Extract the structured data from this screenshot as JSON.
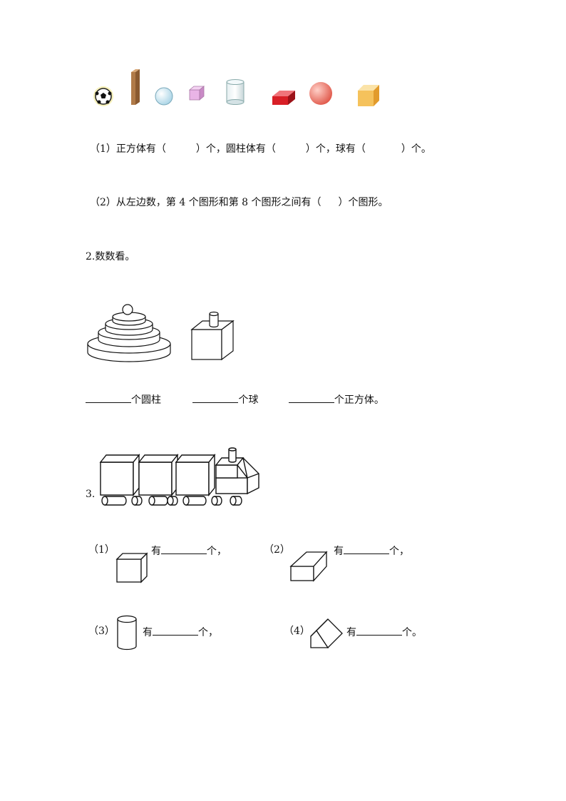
{
  "shapes_row": {
    "items": [
      "soccer-ball",
      "tall-rectangular-prism",
      "sphere",
      "cube",
      "cylinder",
      "rectangular-prism",
      "sphere",
      "cube"
    ]
  },
  "q1": {
    "part1": {
      "num": "（1）",
      "t1": "正方体有（",
      "t2": "）个，圆柱体有（",
      "t3": "）个，球有（",
      "t4": "）个。"
    },
    "part2": {
      "num": "（2）",
      "text": "从左边数，第 4 个图形和第 8 个图形之间有（",
      "text_end": "）个图形。"
    }
  },
  "q2": {
    "title": "2.数数看。",
    "a1": "个圆柱",
    "a2": "个球",
    "a3": "个正方体。"
  },
  "q3": {
    "label": "3.",
    "p1": {
      "num": "（1）",
      "pre": "有",
      "post": "个，"
    },
    "p2": {
      "num": "（2）",
      "pre": "有",
      "post": "个，"
    },
    "p3": {
      "num": "（3）",
      "pre": "有",
      "post": "个，"
    },
    "p4": {
      "num": "（4）",
      "pre": "有",
      "post": "个。"
    }
  }
}
